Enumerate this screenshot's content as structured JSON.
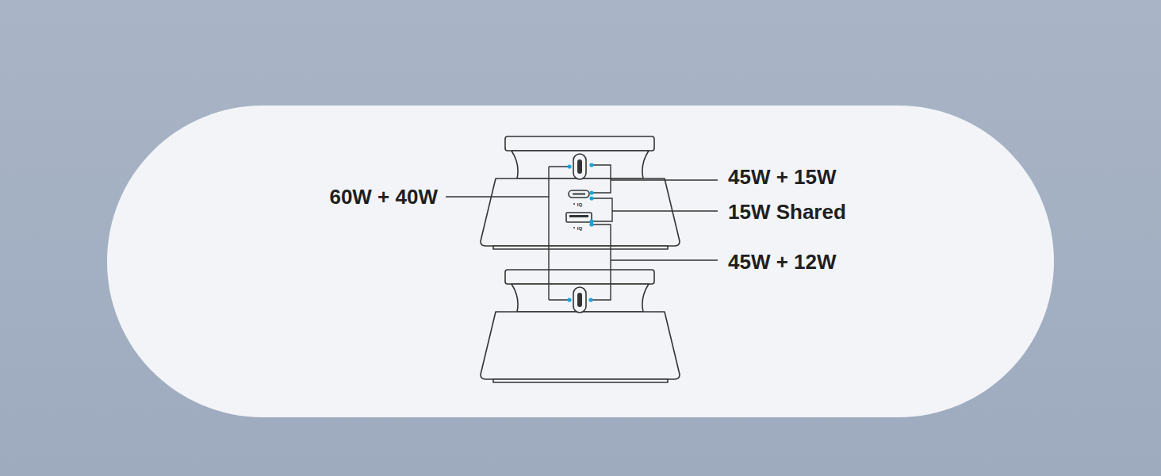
{
  "diagram": {
    "labels": [
      "60W + 40W",
      "45W + 15W",
      "15W Shared",
      "45W + 12W",
      "IQ",
      "IQ"
    ]
  }
}
